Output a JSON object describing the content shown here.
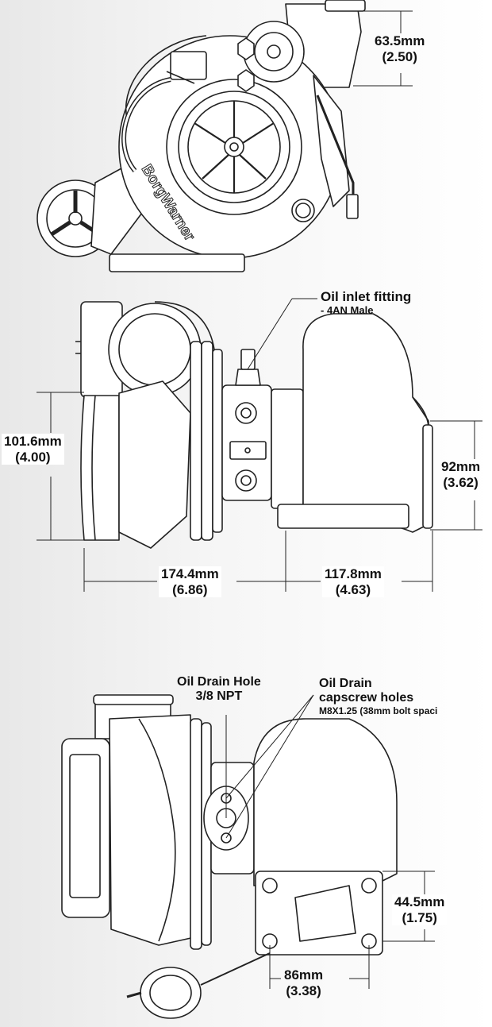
{
  "dimensions": {
    "inlet_top": {
      "mm": "63.5mm",
      "inch": "(2.50)"
    },
    "inlet_side": {
      "mm": "101.6mm",
      "inch": "(4.00)"
    },
    "outlet_side": {
      "mm": "92mm",
      "inch": "(3.62)"
    },
    "length_left": {
      "mm": "174.4mm",
      "inch": "(6.86)"
    },
    "length_right": {
      "mm": "117.8mm",
      "inch": "(4.63)"
    },
    "flange_height": {
      "mm": "44.5mm",
      "inch": "(1.75)"
    },
    "flange_width": {
      "mm": "86mm",
      "inch": "(3.38)"
    }
  },
  "callouts": {
    "oil_inlet": {
      "title": "Oil inlet fitting",
      "sub": "- 4AN Male"
    },
    "oil_drain_hole": {
      "title": "Oil Drain Hole",
      "sub": "3/8 NPT"
    },
    "oil_drain_capscrew": {
      "title": "Oil Drain",
      "title2": "capscrew holes",
      "sub": "M8X1.25 (38mm bolt spaci"
    }
  },
  "branding": {
    "logo_text": "BorgWarner"
  },
  "colors": {
    "line": "#222222",
    "fill": "#ffffff",
    "shade": "#dcdcdc",
    "background": "#f2f2f2"
  }
}
